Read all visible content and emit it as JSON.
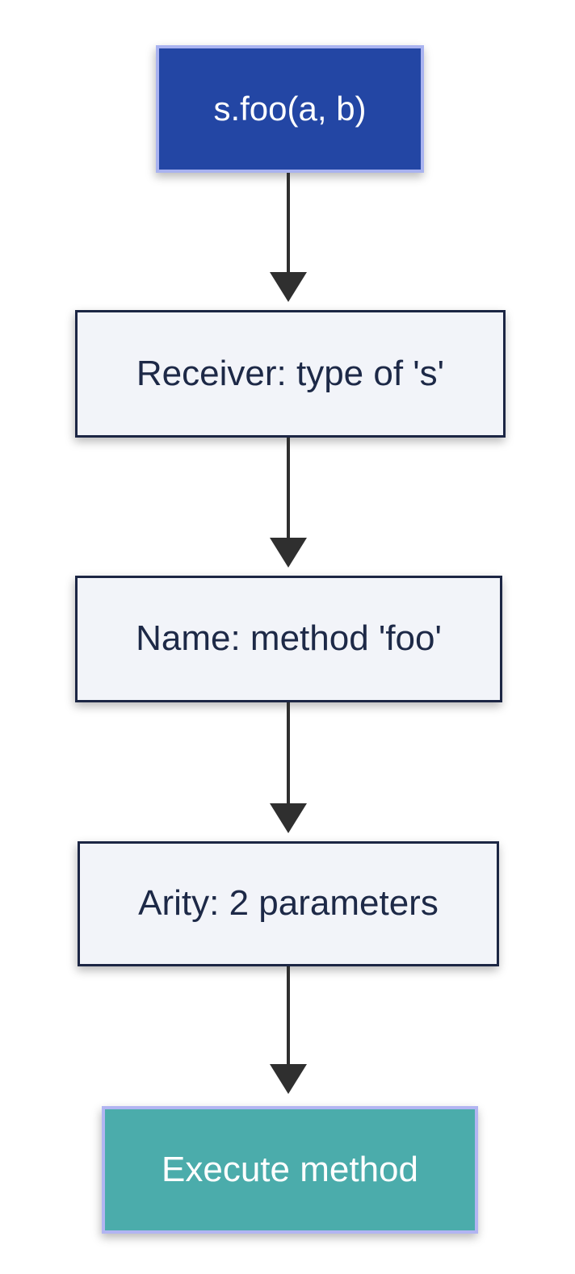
{
  "diagram": {
    "type": "flowchart",
    "direction": "top-down",
    "background": "#ffffff",
    "arrow_color": "#2f2f2f",
    "nodes": [
      {
        "id": "call",
        "label": "s.foo(a, b)",
        "role": "start",
        "fill": "#2346a4",
        "border_color": "#a9b3f0",
        "text_color": "#ffffff"
      },
      {
        "id": "receiver",
        "label": "Receiver: type of 's'",
        "role": "process",
        "fill": "#f2f4f9",
        "border_color": "#1c2644",
        "text_color": "#1d2947"
      },
      {
        "id": "name",
        "label": "Name: method 'foo'",
        "role": "process",
        "fill": "#f2f4f9",
        "border_color": "#1c2644",
        "text_color": "#1d2947"
      },
      {
        "id": "arity",
        "label": "Arity: 2 parameters",
        "role": "process",
        "fill": "#f2f4f9",
        "border_color": "#1c2644",
        "text_color": "#1d2947"
      },
      {
        "id": "execute",
        "label": "Execute method",
        "role": "end",
        "fill": "#4bacab",
        "border_color": "#b2b5f2",
        "text_color": "#ffffff"
      }
    ],
    "edges": [
      {
        "from": "call",
        "to": "receiver"
      },
      {
        "from": "receiver",
        "to": "name"
      },
      {
        "from": "name",
        "to": "arity"
      },
      {
        "from": "arity",
        "to": "execute"
      }
    ]
  }
}
